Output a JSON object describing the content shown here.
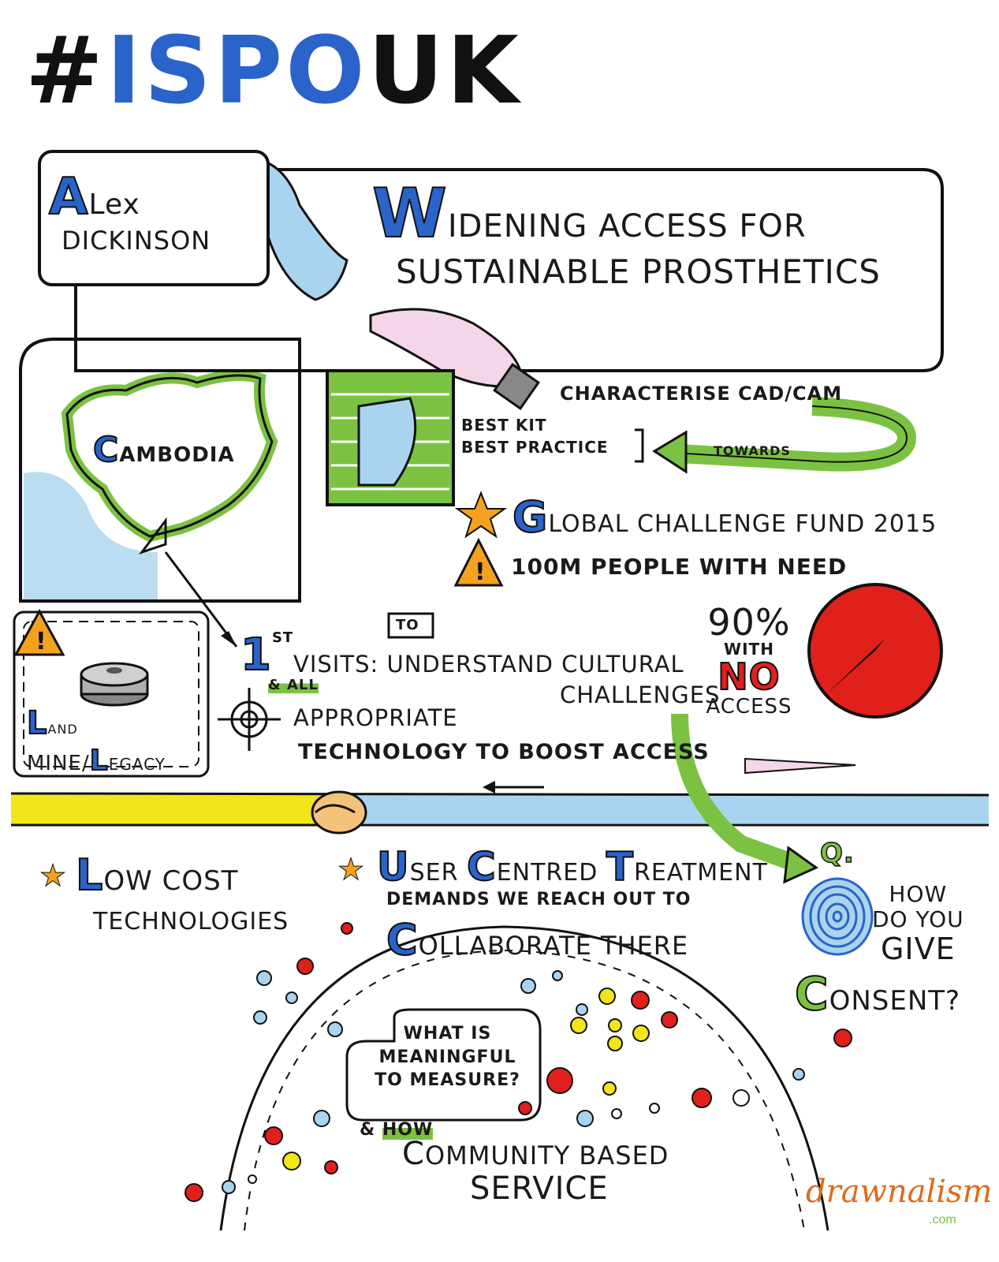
{
  "hashtag": {
    "hash": "#",
    "text": "ISPO",
    "suffix": "UK"
  },
  "speaker": {
    "initial": "A",
    "first_rest": "Lex",
    "last": "DICKINSON"
  },
  "talk_title": {
    "initial": "W",
    "line1_rest": "IDENING ACCESS FOR",
    "line2": "SUSTAINABLE PROSTHETICS"
  },
  "map": {
    "initial": "C",
    "rest": "AMBODIA"
  },
  "socket_points": {
    "characterise": "CHARACTERISE CAD/CAM",
    "best_kit": "BEST KIT",
    "best_practice": "BEST PRACTICE",
    "towards": "TOWARDS"
  },
  "fund": {
    "initial": "G",
    "rest": "LOBAL CHALLENGE FUND 2015"
  },
  "need": "100M PEOPLE WITH NEED",
  "stat": {
    "percent": "90%",
    "with": "WITH",
    "no": "NO",
    "access": "ACCESS",
    "value_percent": 90
  },
  "landmine": {
    "initial_l1": "L",
    "and": "AND",
    "mine": "MINE/",
    "initial_l2": "L",
    "legacy": "EGACY"
  },
  "visits": {
    "first": "1",
    "st": "ST",
    "to": "TO",
    "line1": "VISITS: UNDERSTAND CULTURAL",
    "line2": "CHALLENGES",
    "and_all": "& ALL",
    "line3": "APPROPRIATE",
    "line4": "TECHNOLOGY TO BOOST ACCESS"
  },
  "low_cost": {
    "initial": "L",
    "rest": "OW COST",
    "line2": "TECHNOLOGIES"
  },
  "user_centred": {
    "u": "U",
    "ser": "SER",
    "c": "C",
    "entred": "ENTRED",
    "t": "T",
    "reatment": "REATMENT",
    "line2": "DEMANDS WE REACH OUT TO",
    "c2": "C",
    "ollaborate": "OLLABORATE THERE"
  },
  "consent": {
    "q": "Q.",
    "how": "HOW",
    "do_you": "DO YOU",
    "give": "GIVE",
    "c": "C",
    "onsent": "ONSENT?"
  },
  "measure": {
    "line1": "WHAT IS",
    "line2": "MEANINGFUL",
    "line3": "TO MEASURE?"
  },
  "community": {
    "and": "&",
    "how": "HOW",
    "c": "C",
    "ommunity": "OMMUNITY BASED",
    "service": "SERVICE"
  },
  "logo": {
    "text": "drawnalism",
    "sub": ".com"
  },
  "colors": {
    "blue": "#2a63c9",
    "green": "#7cc242",
    "red": "#e0201b",
    "yellow": "#f2e51a",
    "orange": "#f4a21e",
    "lightblue": "#a9d4ef"
  }
}
